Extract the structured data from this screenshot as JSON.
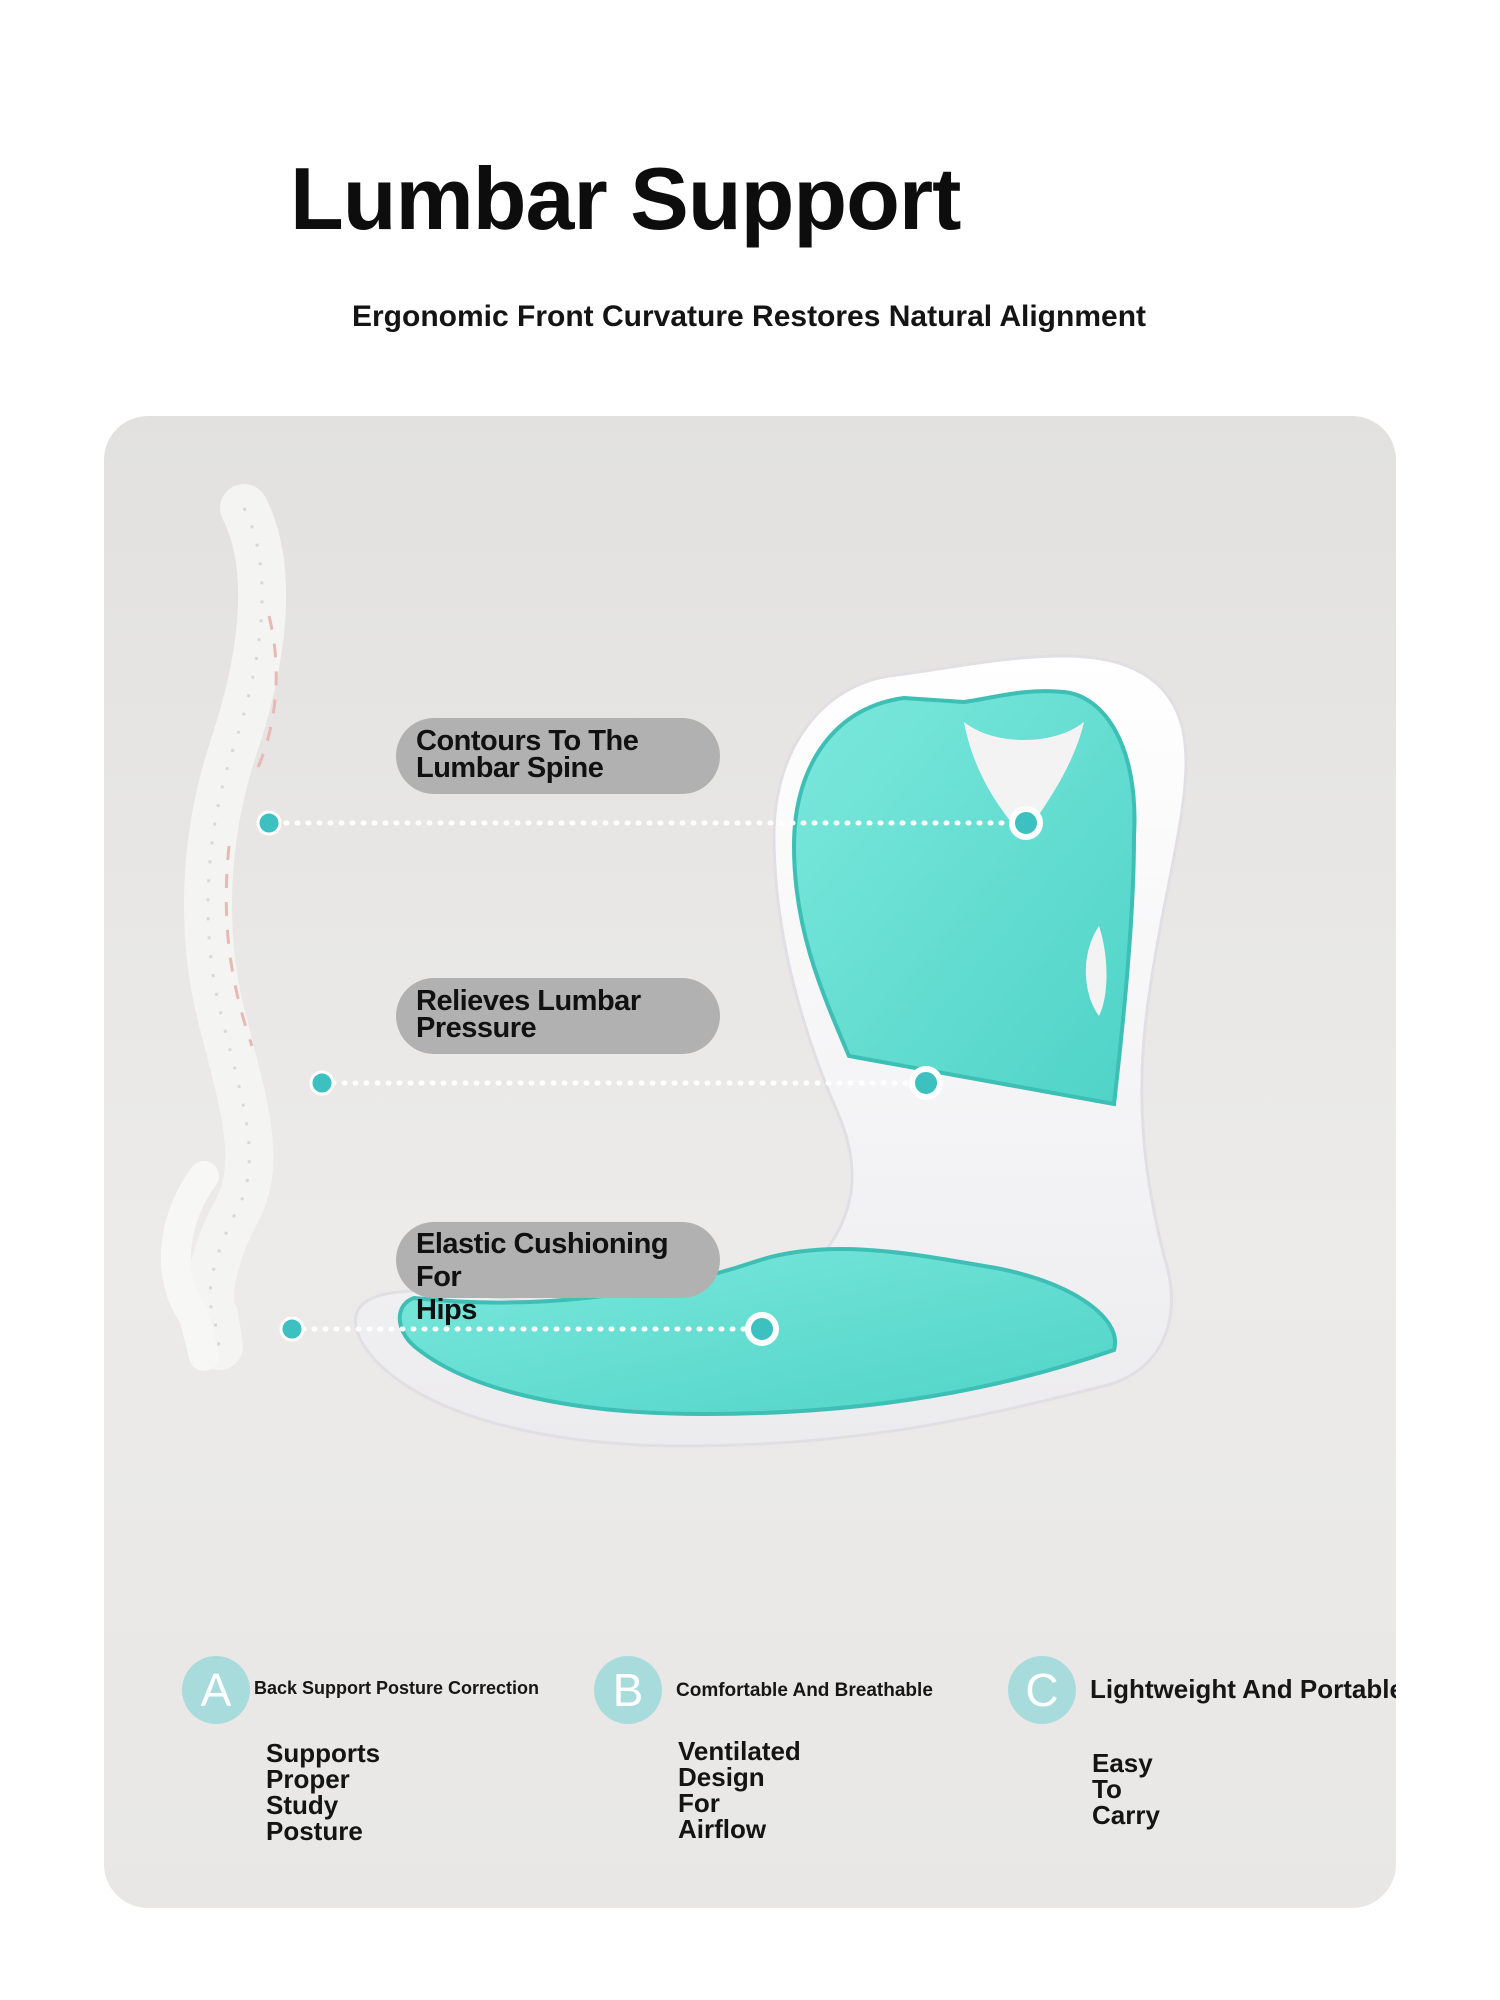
{
  "header": {
    "title": "Lumbar Support",
    "subtitle": "Ergonomic Front Curvature Restores Natural Alignment"
  },
  "callouts": [
    {
      "line1": "Contours To The",
      "line2": "Lumbar Spine"
    },
    {
      "line1": "Relieves Lumbar",
      "line2": "Pressure"
    },
    {
      "line1": "Elastic Cushioning For",
      "line2": "Hips"
    }
  ],
  "features": [
    {
      "letter": "A",
      "title": "Back Support Posture Correction",
      "desc_line1": "Supports Proper",
      "desc_line2": "Study Posture"
    },
    {
      "letter": "B",
      "title": "Comfortable And Breathable",
      "desc_line1": "Ventilated Design For",
      "desc_line2": "Airflow"
    },
    {
      "letter": "C",
      "title": "Lightweight And Portable",
      "desc_line1": "Easy To Carry",
      "desc_line2": ""
    }
  ],
  "colors": {
    "accent": "#3cc1c0",
    "cushion": "#66e0d5",
    "badge": "#a8dcdc",
    "callout_bg": "#b1b1b1",
    "panel_bg": "#e6e5e3"
  }
}
